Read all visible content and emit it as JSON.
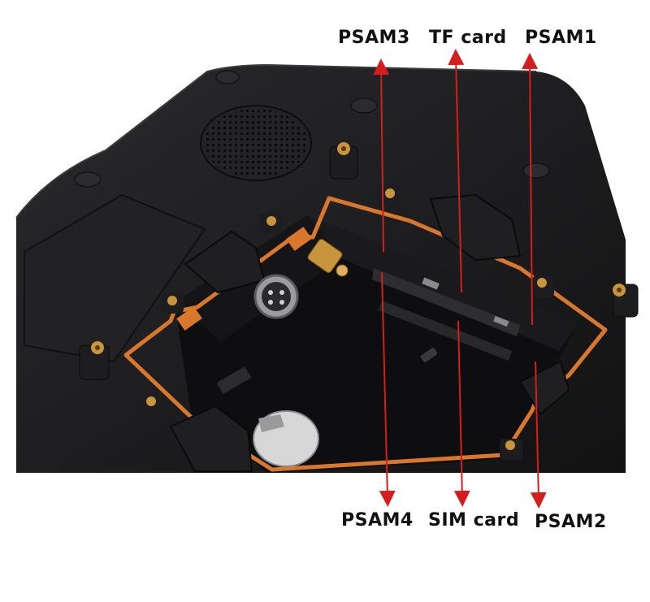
{
  "labels": {
    "top": [
      "PSAM3",
      "TF card",
      "PSAM1"
    ],
    "bottom": [
      "PSAM4",
      "SIM card",
      "PSAM2"
    ]
  },
  "colors": {
    "arrow": "#d41e1e",
    "gasket": "#d9772c",
    "device_body": "#1b1b1d",
    "brass": "#c8943c"
  },
  "icons": [
    "speaker-grille",
    "sma-antenna-connector",
    "aviation-connector",
    "coin-cell-battery"
  ]
}
